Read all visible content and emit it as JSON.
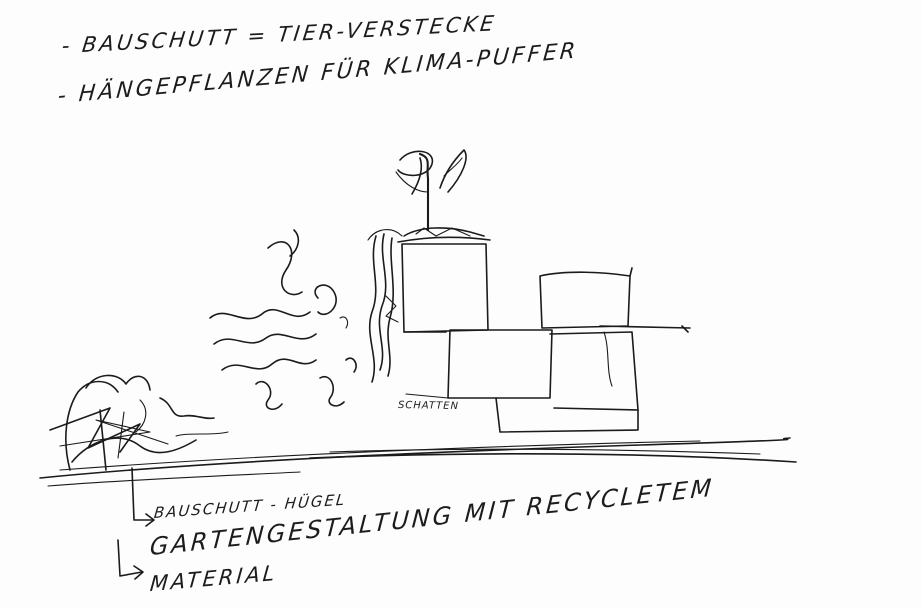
{
  "notes": [
    "- BAUSCHUTT = TIER-VERSTECKE",
    "- HÄNGEPFLANZEN FÜR KLIMA-PUFFER"
  ],
  "sketch_label_shadow": "SCHATTEN",
  "annotations": {
    "mound": "BAUSCHUTT - HÜGEL",
    "garden_line_1": "GARTENGESTALTUNG MIT RECYCLETEM",
    "garden_line_2": "MATERIAL"
  },
  "colors": {
    "paper": "#fdfdfd",
    "ink": "#1b1b1b"
  }
}
